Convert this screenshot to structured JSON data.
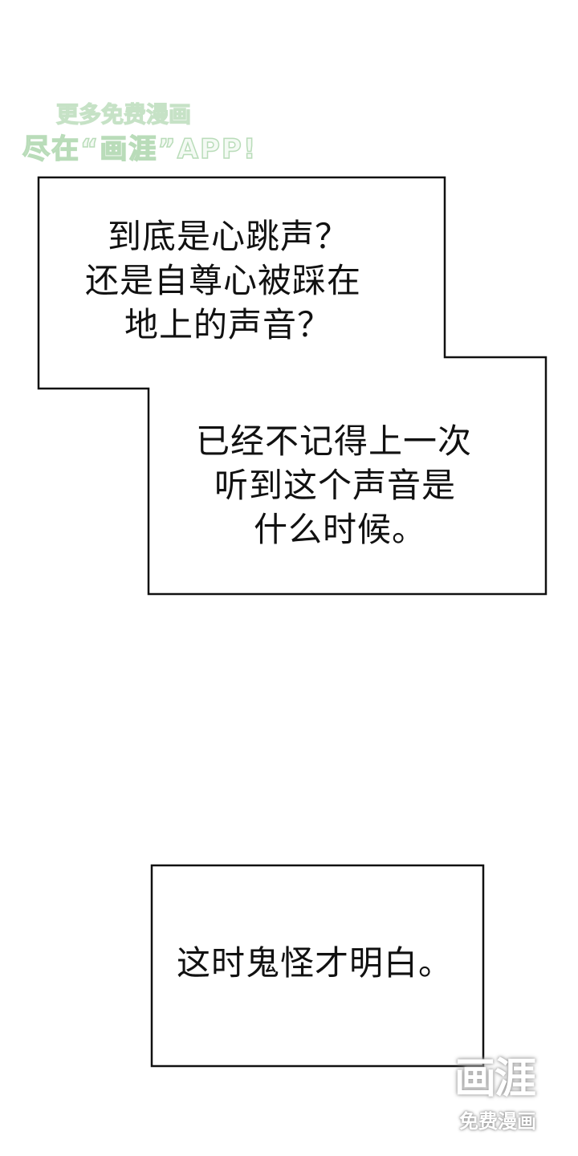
{
  "panel_1": {
    "lines": [
      "到底是心跳声？",
      "还是自尊心被踩在",
      "地上的声音？"
    ]
  },
  "panel_2": {
    "lines": [
      "已经不记得上一次",
      "听到这个声音是",
      "什么时候。"
    ]
  },
  "panel_3": {
    "lines": [
      "这时鬼怪才明白。"
    ]
  },
  "watermark_top": {
    "line1": "更多免费漫画",
    "line2": "尽在“画涯”APP!"
  },
  "watermark_logo": {
    "name": "画涯",
    "subtitle": "免费漫画"
  }
}
